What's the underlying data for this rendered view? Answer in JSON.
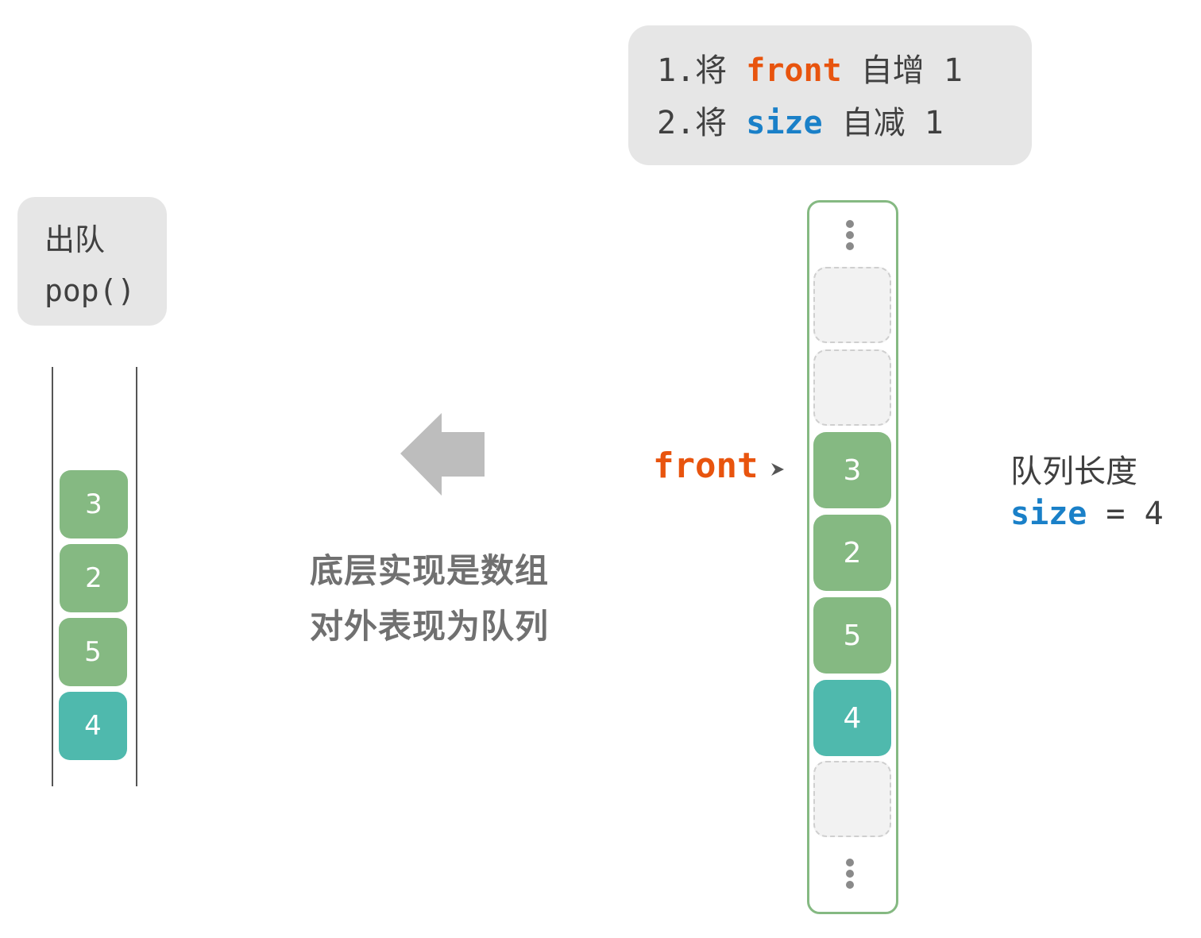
{
  "operation": {
    "title": "出队",
    "method": "pop()"
  },
  "steps": [
    {
      "num": "1.",
      "verb": "将",
      "var": "front",
      "action": "自增",
      "value": "1"
    },
    {
      "num": "2.",
      "verb": "将",
      "var": "size",
      "action": "自减",
      "value": "1"
    }
  ],
  "queue": {
    "items": [
      "3",
      "2",
      "5",
      "4"
    ]
  },
  "caption": {
    "line1": "底层实现是数组",
    "line2": "对外表现为队列"
  },
  "array": {
    "cells": [
      "",
      "",
      "3",
      "2",
      "5",
      "4",
      ""
    ]
  },
  "pointer": {
    "label": "front"
  },
  "size_info": {
    "title": "队列长度",
    "var": "size",
    "eq": "=",
    "value": "4"
  },
  "colors": {
    "green": "#85b982",
    "teal": "#4fb9ad",
    "front": "#e8540e",
    "size": "#1a80c8",
    "arrow": "#bdbdbd"
  }
}
